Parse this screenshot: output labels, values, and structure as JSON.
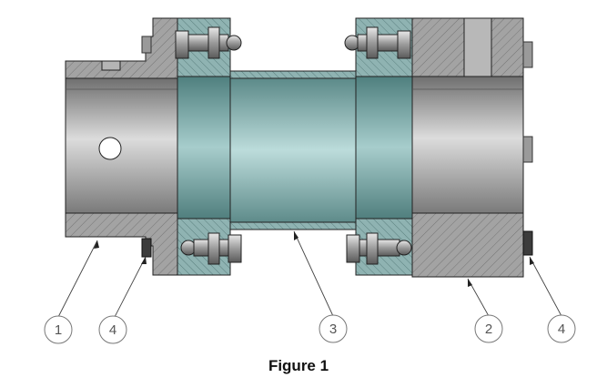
{
  "figure": {
    "caption": "Figure 1",
    "callouts": [
      {
        "label": "1"
      },
      {
        "label": "4"
      },
      {
        "label": "3"
      },
      {
        "label": "2"
      },
      {
        "label": "4"
      }
    ]
  },
  "colors": {
    "hub_face": "#a9a9a9",
    "bore_light": "#d6d6d6",
    "bore_dark": "#7e7e7e",
    "spacer_light": "#b4d5d4",
    "spacer_dark": "#5f8e8d",
    "flange_teal": "#9ec4c3",
    "outline": "#222222"
  }
}
